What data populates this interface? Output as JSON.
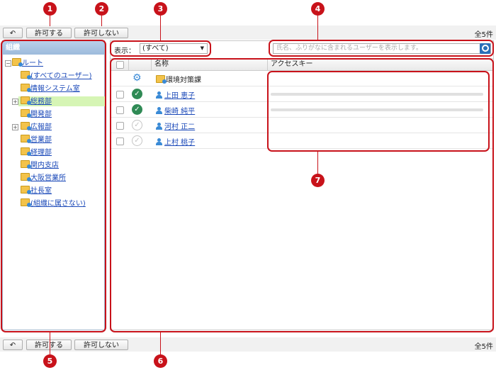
{
  "toolbar": {
    "back_icon": "back-arrow-icon",
    "allow_label": "許可する",
    "deny_label": "許可しない",
    "count": "全5件"
  },
  "callouts": [
    "1",
    "2",
    "3",
    "4",
    "5",
    "6",
    "7"
  ],
  "tree": {
    "header": "組織",
    "nodes": [
      {
        "label": "ルート",
        "link": true
      },
      {
        "label": "(すべてのユーザー)",
        "link": true
      },
      {
        "label": "情報システム室",
        "link": true
      },
      {
        "label": "総務部",
        "link": true,
        "selected": true
      },
      {
        "label": "開発部",
        "link": true
      },
      {
        "label": "広報部",
        "link": true
      },
      {
        "label": "営業部",
        "link": true
      },
      {
        "label": "経理部",
        "link": true
      },
      {
        "label": "関内支店",
        "link": true
      },
      {
        "label": "大阪営業所",
        "link": true
      },
      {
        "label": "社長室",
        "link": true
      },
      {
        "label": "(組織に属さない)",
        "link": true
      }
    ]
  },
  "filter": {
    "label": "表示：",
    "value": "(すべて)",
    "search_placeholder": "氏名、ふりがなに含まれるユーザーを表示します。"
  },
  "table": {
    "columns": [
      "名称",
      "アクセスキー"
    ],
    "rows": [
      {
        "name": "環境対策課",
        "type": "group",
        "status": "settings"
      },
      {
        "name": "上田 恵子",
        "type": "user",
        "status": "allowed"
      },
      {
        "name": "柴崎 純平",
        "type": "user",
        "status": "allowed"
      },
      {
        "name": "河村 正二",
        "type": "user",
        "status": "none"
      },
      {
        "name": "上村 桃子",
        "type": "user",
        "status": "none"
      }
    ]
  },
  "colors": {
    "callout": "#c8121a",
    "allowed": "#2f8a55",
    "inactive": "#c5c5c5",
    "selected_bg": "#d6f5b5",
    "link": "#1a48b8"
  }
}
